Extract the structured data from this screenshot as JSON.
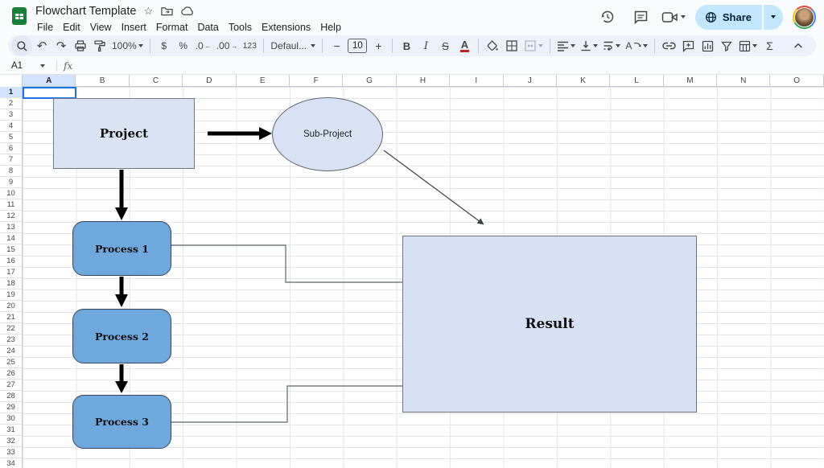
{
  "app": {
    "title": "Flowchart Template",
    "menu_items": [
      "File",
      "Edit",
      "View",
      "Insert",
      "Format",
      "Data",
      "Tools",
      "Extensions",
      "Help"
    ],
    "share_label": "Share"
  },
  "toolbar": {
    "zoom": "100%",
    "currency": "$",
    "percent": "%",
    "decrease_decimal": ".0",
    "increase_decimal": ".00",
    "more_formats": "123",
    "font": "Defaul...",
    "font_size": "10",
    "minus": "−",
    "plus": "+",
    "bold": "B",
    "italic": "I",
    "strikethrough": "S",
    "text_color": "A",
    "text_rotation": "A",
    "functions": "Σ"
  },
  "formula_bar": {
    "cell_reference": "A1",
    "fx_label": "fx"
  },
  "sheet": {
    "columns": [
      "A",
      "B",
      "C",
      "D",
      "E",
      "F",
      "G",
      "H",
      "I",
      "J",
      "K",
      "L",
      "M",
      "N",
      "O"
    ],
    "rows": [
      "1",
      "2",
      "3",
      "4",
      "5",
      "6",
      "7",
      "8",
      "9",
      "10",
      "11",
      "12",
      "13",
      "14",
      "15",
      "16",
      "17",
      "18",
      "19",
      "20",
      "21",
      "22",
      "23",
      "24",
      "25",
      "26",
      "27",
      "28",
      "29",
      "30",
      "31",
      "32",
      "33",
      "34"
    ],
    "selected_column": "A",
    "selected_row": "1",
    "selected_cell": "A1"
  },
  "flowchart": {
    "nodes": [
      {
        "id": "project",
        "shape": "rectangle",
        "label": "Project"
      },
      {
        "id": "sub-project",
        "shape": "ellipse",
        "label": "Sub-Project"
      },
      {
        "id": "process-1",
        "shape": "rounded-rectangle",
        "label": "Process 1"
      },
      {
        "id": "process-2",
        "shape": "rounded-rectangle",
        "label": "Process 2"
      },
      {
        "id": "process-3",
        "shape": "rounded-rectangle",
        "label": "Process 3"
      },
      {
        "id": "result",
        "shape": "rectangle",
        "label": "Result"
      }
    ],
    "colors": {
      "light_node_fill": "#dae3f3",
      "process_node_fill": "#6fa8dc",
      "arrow": "#000000",
      "connector": "#5f6368"
    }
  },
  "colors": {
    "toolbar_background": "#edf2fa",
    "share_button": "#c2e7ff",
    "selection_blue": "#1a73e8",
    "selected_header": "#d3e3fd",
    "logo_green": "#188038"
  }
}
